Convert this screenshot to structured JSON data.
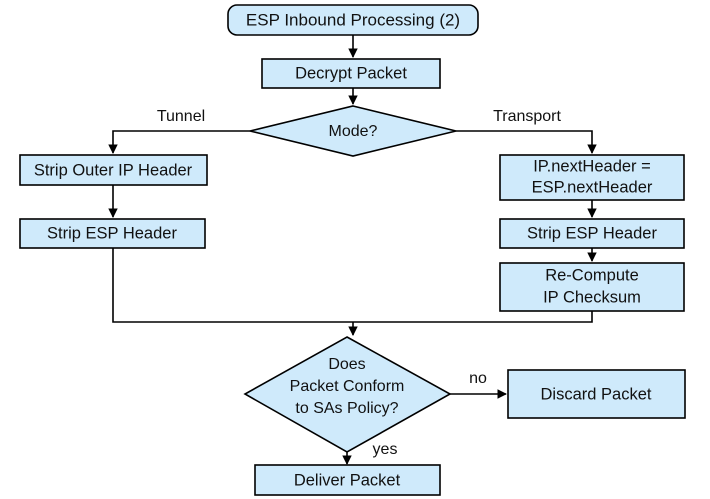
{
  "diagram": {
    "title": "ESP Inbound Processing (2)",
    "theme": {
      "node_fill": "#cfeafb",
      "node_stroke": "#000000",
      "background": "#ffffff",
      "text_color": "#111111"
    },
    "nodes": {
      "start": {
        "label": "ESP Inbound Processing (2)",
        "shape": "rounded-rectangle"
      },
      "decrypt": {
        "label": "Decrypt Packet",
        "shape": "rectangle"
      },
      "mode": {
        "label": "Mode?",
        "shape": "diamond"
      },
      "strip_outer_ip": {
        "label": "Strip Outer IP Header",
        "shape": "rectangle"
      },
      "strip_esp_tunnel": {
        "label": "Strip ESP Header",
        "shape": "rectangle"
      },
      "next_header": {
        "label_line1": "IP.nextHeader =",
        "label_line2": "ESP.nextHeader",
        "shape": "rectangle"
      },
      "strip_esp_transport": {
        "label": "Strip ESP Header",
        "shape": "rectangle"
      },
      "recompute": {
        "label_line1": "Re-Compute",
        "label_line2": "IP Checksum",
        "shape": "rectangle"
      },
      "conform": {
        "label_line1": "Does",
        "label_line2": "Packet Conform",
        "label_line3": "to SAs Policy?",
        "shape": "diamond"
      },
      "discard": {
        "label": "Discard Packet",
        "shape": "rectangle"
      },
      "deliver": {
        "label": "Deliver Packet",
        "shape": "rectangle"
      }
    },
    "edge_labels": {
      "tunnel": "Tunnel",
      "transport": "Transport",
      "no": "no",
      "yes": "yes"
    }
  }
}
